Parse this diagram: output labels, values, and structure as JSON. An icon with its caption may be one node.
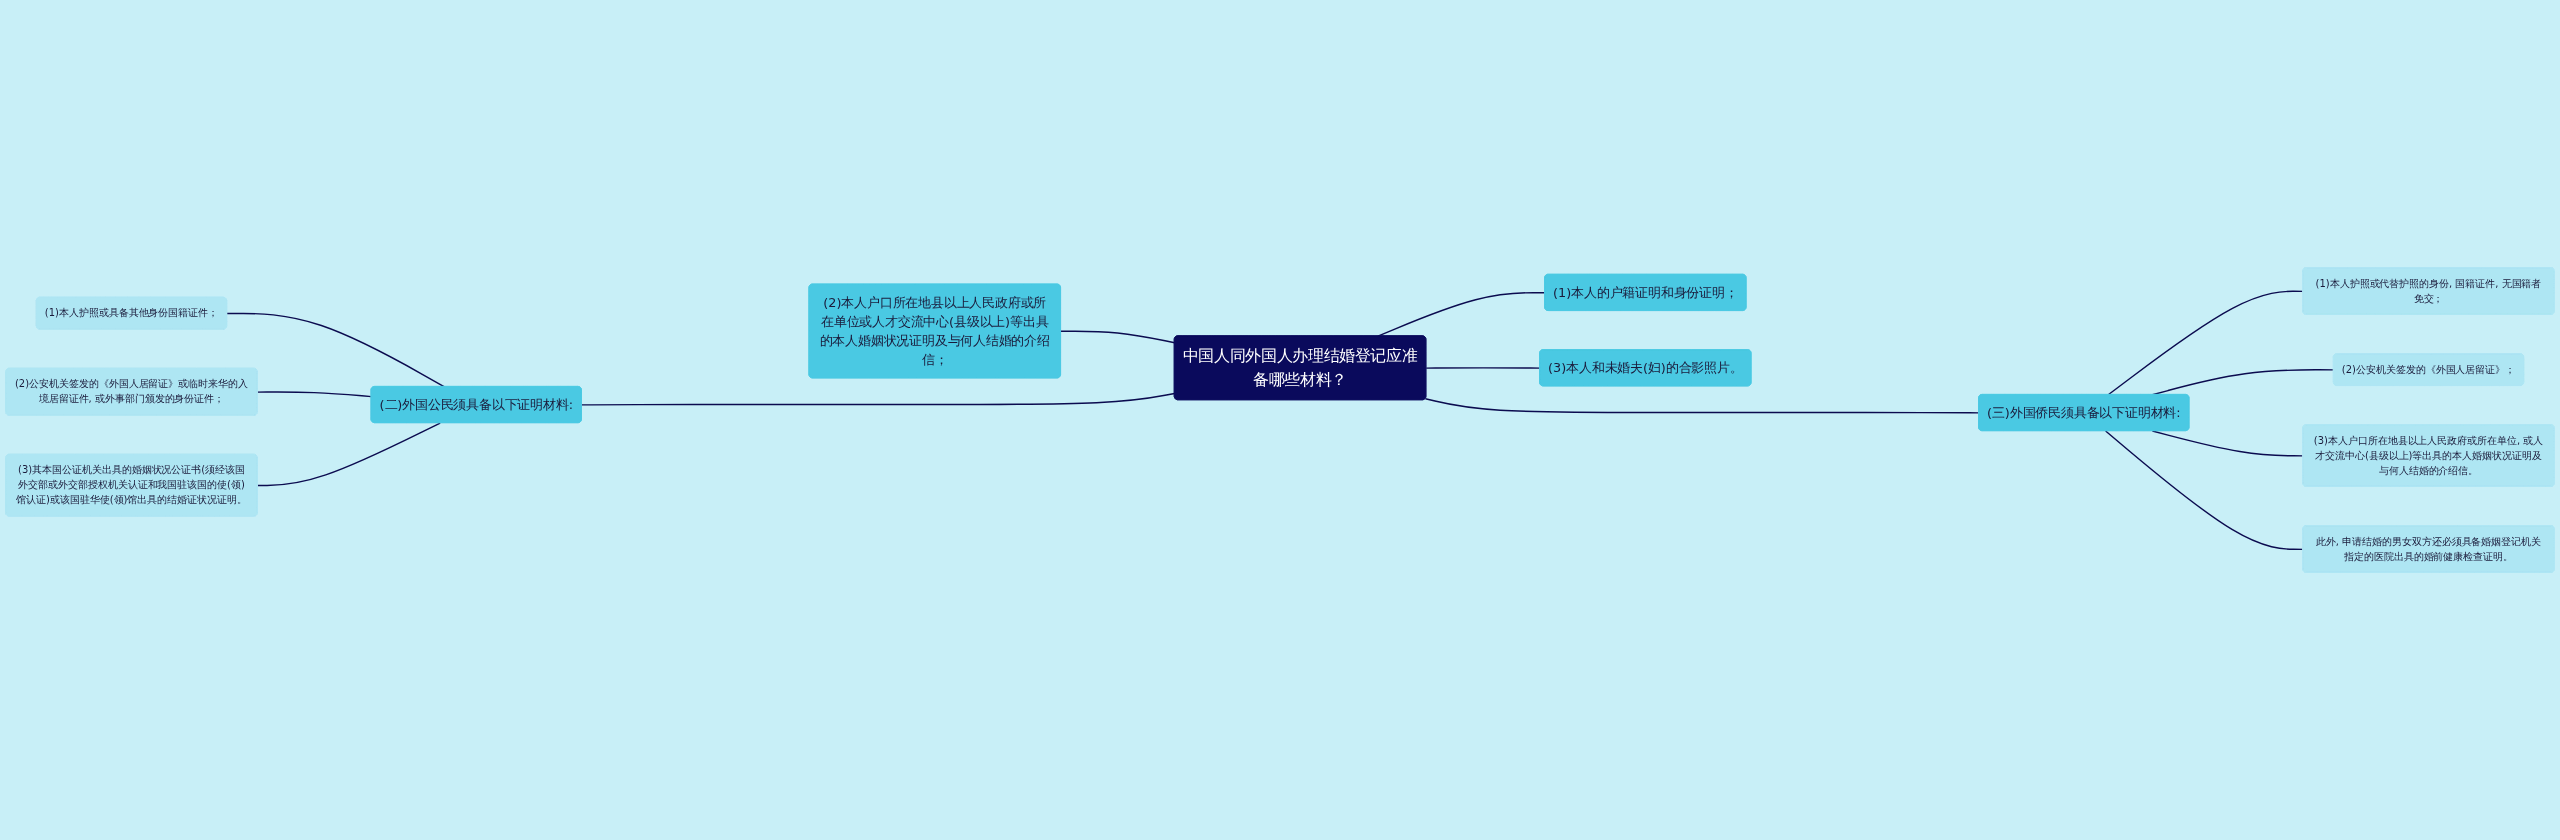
{
  "diagram": {
    "nodes": [
      {
        "text": [
          "中国人同外国人办理结婚登记应准备哪些材料？"
        ]
      },
      {
        "text": [
          "(2)本人户口所在地县以上人民政府或所在单位或人才交流中心(县级以上)等出具的本人婚姻状况证明及与何人结婚的介绍信；"
        ]
      },
      {
        "text": [
          "(二)外国公民须具备以下证明材料:"
        ]
      },
      {
        "text": [
          "(1)本人护照或具备其他身份国籍证件；"
        ]
      },
      {
        "text": [
          "(2)公安机关签发的《外国人居留证》或临时来华的入境居留证件, 或外事部门颁发的身份证件；"
        ]
      },
      {
        "text": [
          "(3)其本国公证机关出具的婚姻状况公证书(须经该国外交部或外交部授权机关认证和我国驻该国的使(领)馆认证)或该国驻华使(领)馆出具的结婚证状况证明。"
        ]
      },
      {
        "text": [
          "(1)本人的户籍证明和身份证明；"
        ]
      },
      {
        "text": [
          "(3)本人和未婚夫(妇)的合影照片。"
        ]
      },
      {
        "text": [
          "(三)外国侨民须具备以下证明材料:"
        ]
      },
      {
        "text": [
          "(1)本人护照或代替护照的身份, 国籍证件, 无国籍者免交；"
        ]
      },
      {
        "text": [
          "(2)公安机关签发的《外国人居留证》；"
        ]
      },
      {
        "text": [
          "(3)本人户口所在地县以上人民政府或所在单位, 或人才交流中心(县级以上)等出具的本人婚姻状况证明及与何人结婚的介绍信。"
        ]
      },
      {
        "text": [
          "此外, 申请结婚的男女双方还必须具备婚姻登记机关指定的医院出具的婚前健康检查证明。"
        ]
      }
    ],
    "edges": [
      {
        "from": 0,
        "to": 1,
        "arrow": "none"
      },
      {
        "from": 0,
        "to": 2,
        "arrow": "none"
      },
      {
        "from": 2,
        "to": 3,
        "arrow": "none"
      },
      {
        "from": 2,
        "to": 4,
        "arrow": "none"
      },
      {
        "from": 2,
        "to": 5,
        "arrow": "none"
      },
      {
        "from": 0,
        "to": 6,
        "arrow": "none"
      },
      {
        "from": 0,
        "to": 7,
        "arrow": "none"
      },
      {
        "from": 0,
        "to": 8,
        "arrow": "none"
      },
      {
        "from": 8,
        "to": 9,
        "arrow": "none"
      },
      {
        "from": 8,
        "to": 10,
        "arrow": "none"
      },
      {
        "from": 8,
        "to": 11,
        "arrow": "none"
      },
      {
        "from": 8,
        "to": 12,
        "arrow": "none"
      }
    ]
  }
}
